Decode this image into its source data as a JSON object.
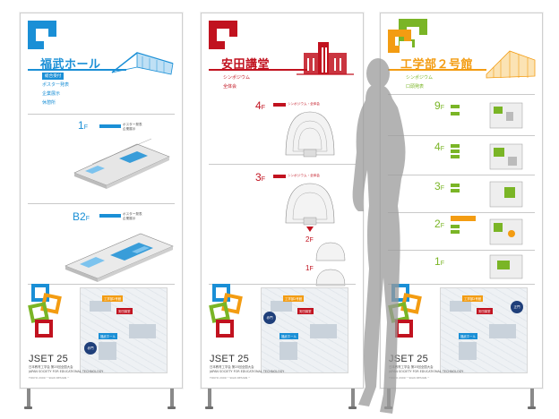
{
  "event": {
    "name": "JSET 25",
    "tagline_line1": "日本教育工学会 第25回全国大会",
    "tagline_line2": "JAPAN SOCIETY FOR EDUCATIONAL TECHNOLOGY",
    "footer": "TOKYO 2009 ─ SIGN DESIGN ─"
  },
  "colors": {
    "blue": "#1a8fd6",
    "red": "#c1121f",
    "green": "#7ab526",
    "orange": "#f39c12",
    "navy": "#1f3f7a"
  },
  "panel1": {
    "title": "福武ホール",
    "items": [
      "総合受付",
      "ポスター発表",
      "企業展示",
      "休憩所"
    ],
    "floor1": "1",
    "floor1_unit": "F",
    "floor2": "B2",
    "floor2_unit": "F",
    "f1_labels": [
      "ポスター発表",
      "企業展示"
    ],
    "b2_labels": [
      "ポスター発表",
      "企業展示"
    ]
  },
  "panel2": {
    "title": "安田講堂",
    "subtitle": "シンポジウム",
    "subtitle2": "全体会",
    "floor1": "4",
    "floor1_unit": "F",
    "floor2": "3",
    "floor2_unit": "F",
    "floor3": "2",
    "floor3_unit": "F",
    "floor4": "1",
    "floor4_unit": "F",
    "f4_label": "シンポジウム・全体会",
    "f3_label": "シンポジウム・全体会"
  },
  "panel3": {
    "title": "工学部２号館",
    "subtitle": "シンポジウム",
    "subtitle2": "口頭発表",
    "floors": [
      {
        "num": "9",
        "unit": "F"
      },
      {
        "num": "4",
        "unit": "F"
      },
      {
        "num": "3",
        "unit": "F"
      },
      {
        "num": "2",
        "unit": "F"
      },
      {
        "num": "1",
        "unit": "F"
      }
    ]
  },
  "map": {
    "tag_blue": "福武ホール",
    "tag_red": "安田講堂",
    "tag_orange": "工学部2号館",
    "circle_left": "赤門",
    "circle_right": "正門"
  }
}
